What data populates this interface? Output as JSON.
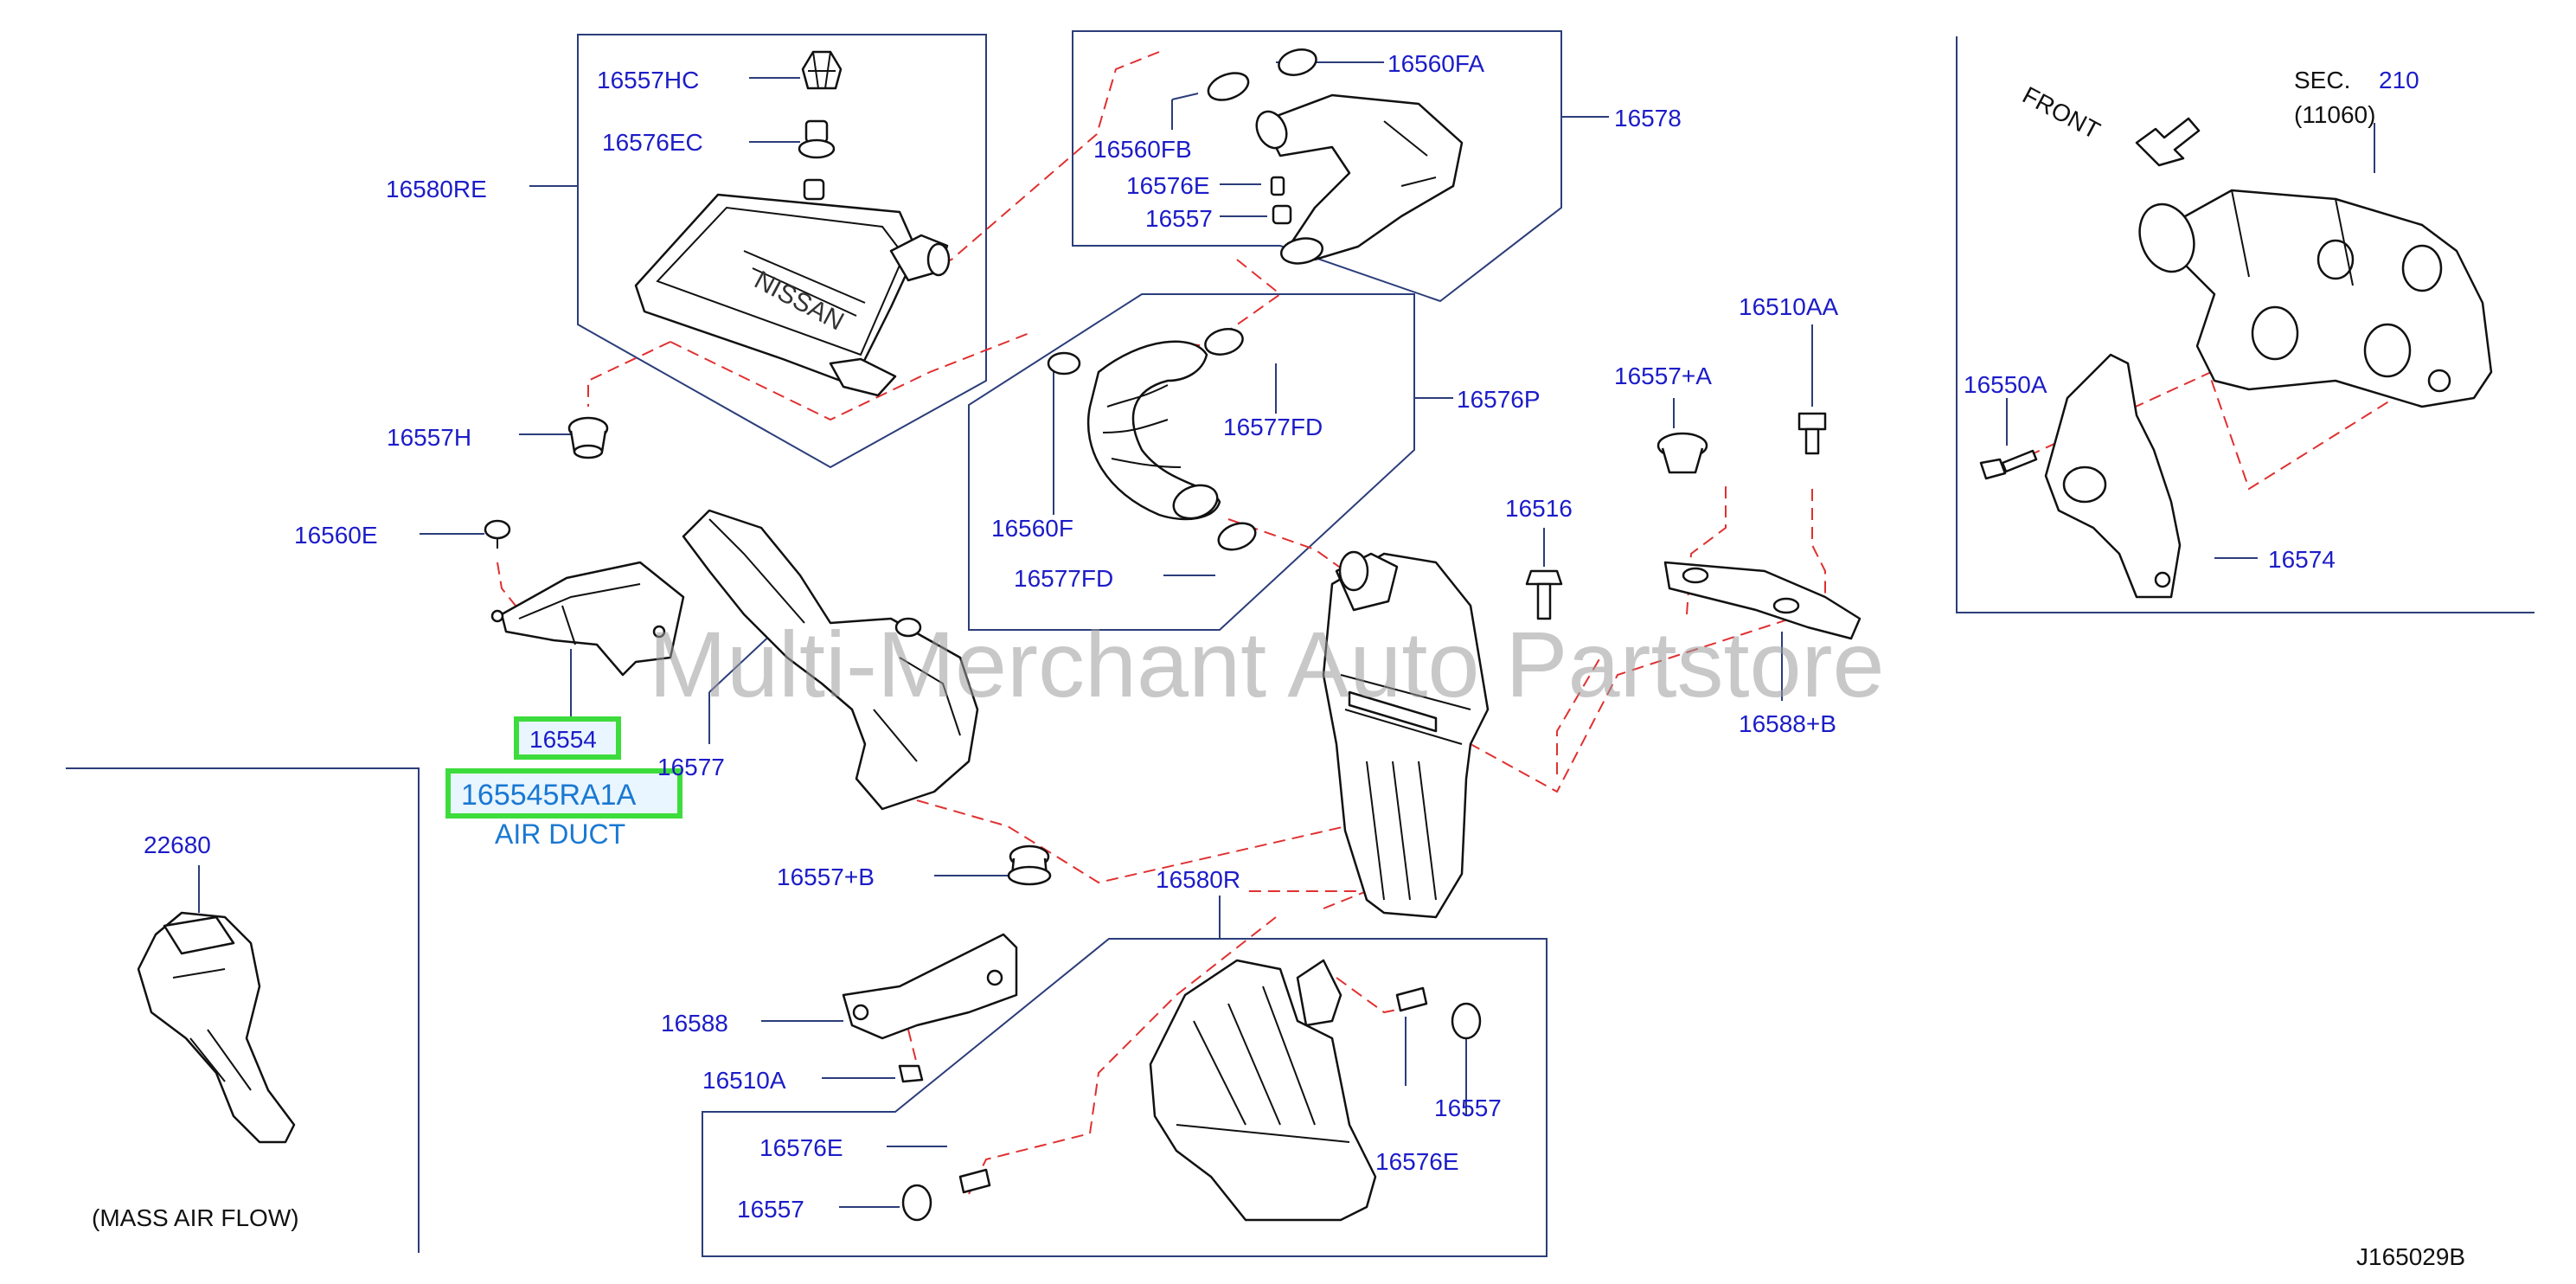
{
  "callouts": {
    "p16557HC": "16557HC",
    "p16576EC": "16576EC",
    "p16580RE": "16580RE",
    "p16557H": "16557H",
    "p16560FA": "16560FA",
    "p16578": "16578",
    "p16560FB": "16560FB",
    "p16576E_top": "16576E",
    "p16557_top": "16557",
    "p16576P": "16576P",
    "p16577FD_a": "16577FD",
    "p16560F": "16560F",
    "p16577FD_b": "16577FD",
    "p16560E": "16560E",
    "p16554": "16554",
    "p16577": "16577",
    "p16557B": "16557+B",
    "p16580R": "16580R",
    "p16516": "16516",
    "p16557A": "16557+A",
    "p16510AA": "16510AA",
    "p16588B": "16588+B",
    "p16550A": "16550A",
    "p16574": "16574",
    "p22680": "22680",
    "p16588": "16588",
    "p16510A": "16510A",
    "p16576E_mid": "16576E",
    "p16557_mid": "16557",
    "p16576E_bot": "16576E",
    "p16557_bot": "16557"
  },
  "selected": {
    "part_number": "165545RA1A",
    "description": "AIR DUCT"
  },
  "notes": {
    "mass_air_flow": "(MASS    AIR    FLOW)",
    "front": "FRONT",
    "sec_prefix": "SEC.",
    "sec_number": "210",
    "sec_ref": "(11060)",
    "diagram_id": "J165029B"
  },
  "watermark": "Multi-Merchant Auto Partstore",
  "colors": {
    "callout_text": "#1c1cc8",
    "leader_lines": "#2b3d7a",
    "connection_dashes": "#e03030",
    "highlight_border": "#3ddc3d",
    "highlight_fill": "#e9f6ff",
    "selected_text": "#1a78d2"
  }
}
